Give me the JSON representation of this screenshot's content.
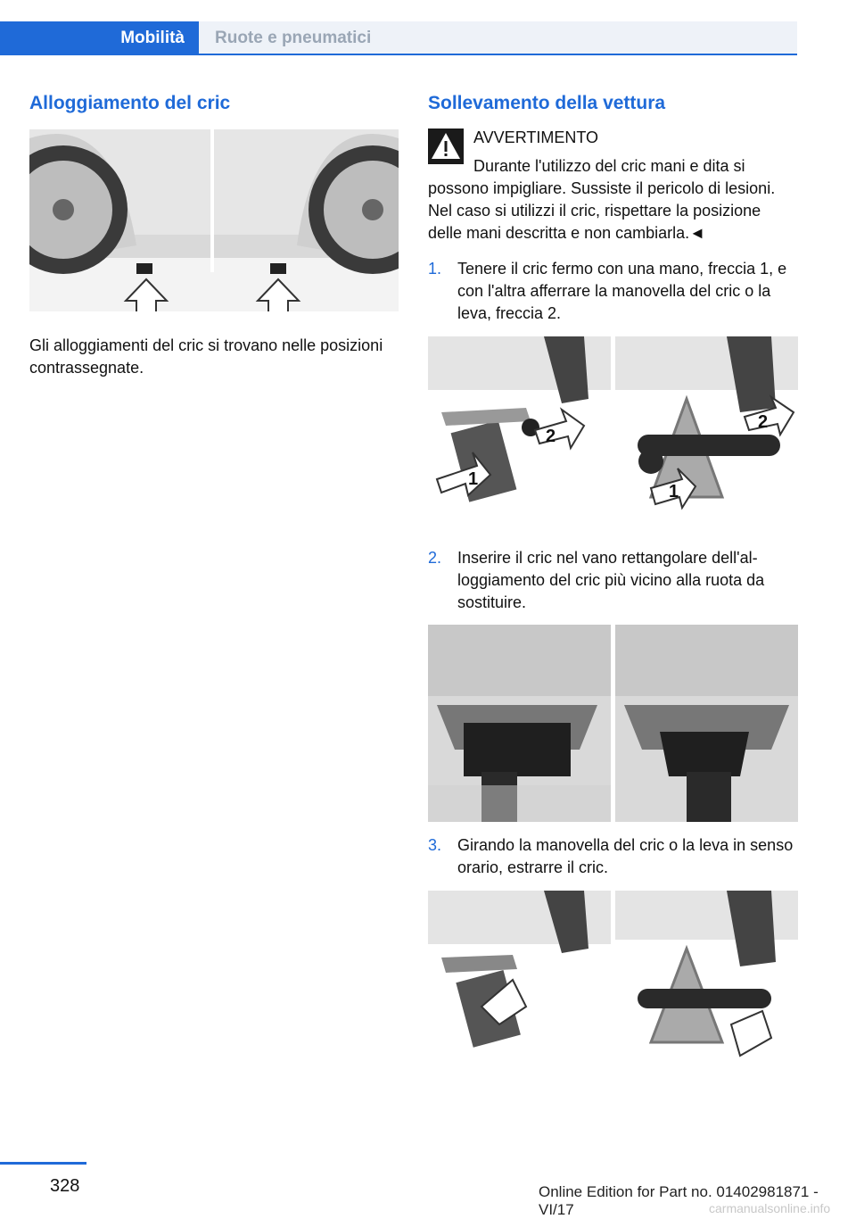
{
  "header": {
    "active_tab": "Mobilità",
    "inactive_tab": "Ruote e pneumatici"
  },
  "left": {
    "title": "Alloggiamento del cric",
    "caption": "Gli alloggiamenti del cric si trovano nelle posi­zioni contrassegnate."
  },
  "right": {
    "title": "Sollevamento della vettura",
    "warning_heading": "AVVERTIMENTO",
    "warning_text": "Durante l'utilizzo del cric mani e dita si possono impigliare. Sussiste il pericolo di le­sioni. Nel caso si utilizzi il cric, rispettare la po­sizione delle mani descritta e non cambiarla.◄",
    "steps": [
      {
        "num": "1.",
        "text": "Tenere il cric fermo con una mano, frec­cia 1, e con l'altra afferrare la manovella del cric o la leva, freccia 2."
      },
      {
        "num": "2.",
        "text": "Inserire il cric nel vano rettangolare dell'al­loggiamento del cric più vicino alla ruota da sostituire."
      },
      {
        "num": "3.",
        "text": "Girando la manovella del cric o la leva in senso orario, estrarre il cric."
      }
    ]
  },
  "figure_labels": {
    "arrow1": "1",
    "arrow2": "2"
  },
  "footer": {
    "page_number": "328",
    "edition": "Online Edition for Part no. 01402981871 - VI/17",
    "watermark": "carmanualsonline.info"
  }
}
